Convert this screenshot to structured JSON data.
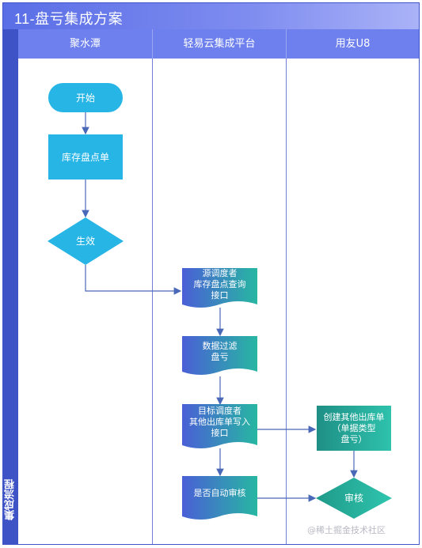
{
  "title": "11-盘亏集成方案",
  "sidebar_label": "集成流程",
  "lanes": [
    "聚水潭",
    "轻易云集成平台",
    "用友U8"
  ],
  "nodes": {
    "start": "开始",
    "inventory_sheet": "库存盘点单",
    "effective": "生效",
    "query_api": "源调度者\n库存盘点查询\n接口",
    "filter": "数据过滤\n盘亏",
    "write_api": "目标调度者\n其他出库单写入\n接口",
    "auto_audit": "是否自动审核",
    "create_outbound": "创建其他出库单\n（单据类型\n盘亏）",
    "audit": "审核"
  },
  "watermark": "@稀土掘金技术社区",
  "colors": {
    "title_bar": "#5a6ee6",
    "lane_header": "#6e80ee",
    "sidebar": "#3e54c6",
    "cyan_node": "#27b5e6",
    "connector": "#4a68b8",
    "doc_grad_start": "#4a5fd6",
    "doc_grad_end": "#27b7a2",
    "teal_dark": "#1f8f86",
    "teal_light": "#2ec2ad"
  }
}
